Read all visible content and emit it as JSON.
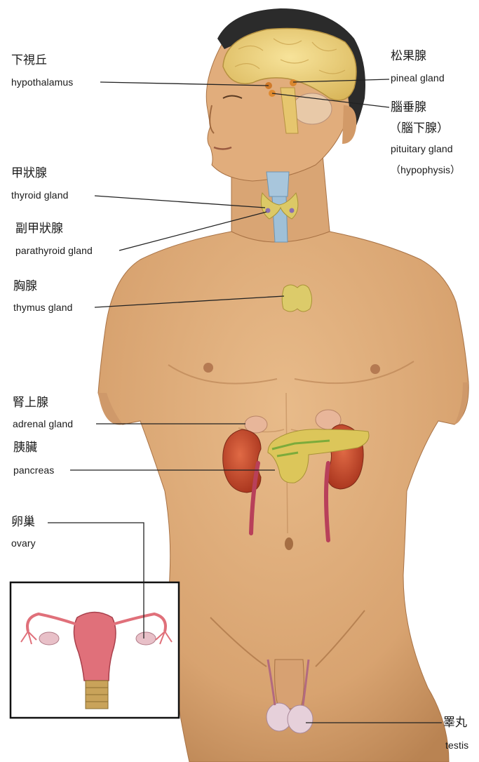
{
  "labels": {
    "hypothalamus": {
      "zh": "下視丘",
      "en": "hypothalamus"
    },
    "pineal": {
      "zh": "松果腺",
      "en": "pineal gland"
    },
    "pituitary": {
      "zh": "腦垂腺",
      "zh_alt": "（腦下腺）",
      "en": "pituitary gland",
      "en_alt": "（hypophysis）"
    },
    "thyroid": {
      "zh": "甲狀腺",
      "en": "thyroid gland"
    },
    "parathyroid": {
      "zh": "副甲狀腺",
      "en": "parathyroid gland"
    },
    "thymus": {
      "zh": "胸腺",
      "en": "thymus gland"
    },
    "adrenal": {
      "zh": "腎上腺",
      "en": "adrenal gland"
    },
    "pancreas": {
      "zh": "胰臟",
      "en": "pancreas"
    },
    "ovary": {
      "zh": "卵巢",
      "en": "ovary"
    },
    "testis": {
      "zh": "睪丸",
      "en": "testis"
    }
  },
  "colors": {
    "skin": "#e2b07e",
    "skin_shadow": "#b97f4e",
    "hair": "#2a2a2a",
    "brain": "#efd27a",
    "gland_yellow": "#dccb6a",
    "kidney": "#c6492b",
    "ureter": "#b8405a",
    "thyroid_blue": "#a8c6dc",
    "uterus": "#e0707a",
    "leader_line": "#222222"
  }
}
